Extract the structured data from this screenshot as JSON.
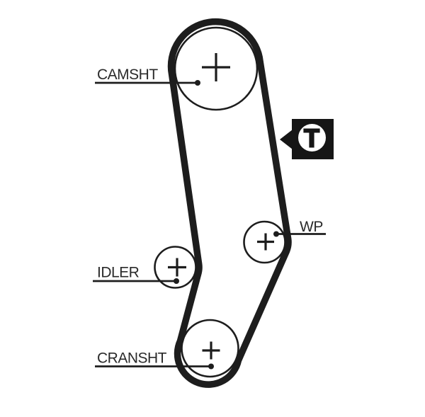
{
  "diagram": {
    "type": "timing-belt-routing-diagram",
    "labels": {
      "camshaft": "CAMSHT",
      "idler": "IDLER",
      "crankshaft": "CRANSHT",
      "water_pump": "WP",
      "tensioner_symbol": "T"
    },
    "colors": {
      "background": "#ffffff",
      "line": "#1d1d1d",
      "text": "#2a2a2a",
      "tensioner_block": "#161616",
      "tensioner_circle_fill": "#ffffff"
    }
  }
}
